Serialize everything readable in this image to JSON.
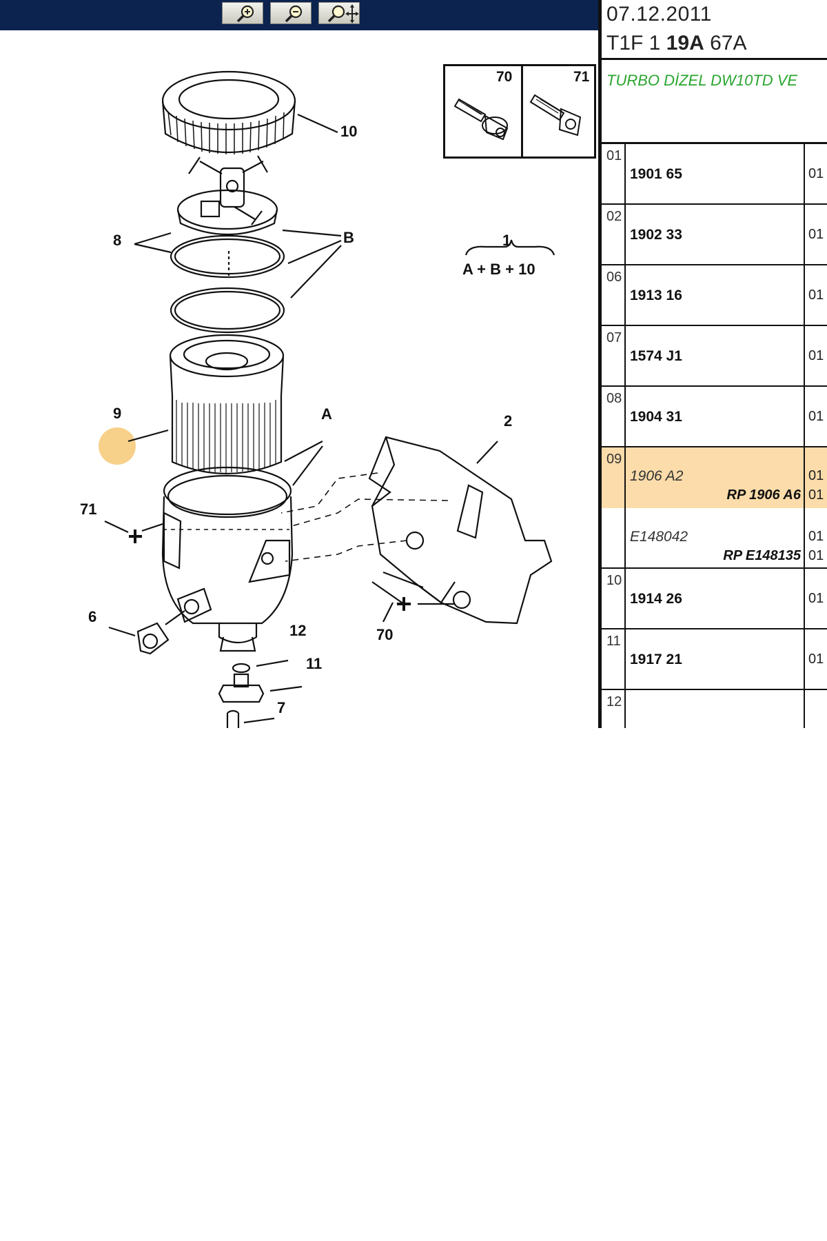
{
  "toolbar": {
    "buttons": [
      {
        "name": "zoom-in-button",
        "icon": "zoom-in-icon"
      },
      {
        "name": "zoom-out-button",
        "icon": "zoom-out-icon"
      },
      {
        "name": "zoom-pan-button",
        "icon": "pan-icon"
      }
    ]
  },
  "diagram": {
    "callouts": {
      "c10": "10",
      "c8": "8",
      "cB": "B",
      "c1": "1",
      "cABC": "A + B + 10",
      "c9": "9",
      "cA": "A",
      "c2": "2",
      "c71": "71",
      "c6": "6",
      "c12": "12",
      "c11": "11",
      "c70": "70",
      "c7": "7"
    },
    "inset": {
      "left_num": "70",
      "right_num": "71"
    },
    "highlight_color": "#f7d08a"
  },
  "header": {
    "date": "07.12.2011",
    "code_a": "T1F 1 ",
    "code_b": "19A",
    "code_c": " 67A",
    "model": "TURBO DİZEL DW10TD VE"
  },
  "colors": {
    "toolbar": "#0c2350",
    "highlight_row": "#fbdcaa",
    "model_text": "#29a52f"
  },
  "parts_table": {
    "rows": [
      {
        "index": "01",
        "part": "1901 65",
        "qty": "01"
      },
      {
        "index": "02",
        "part": "1902 33",
        "qty": "01"
      },
      {
        "index": "06",
        "part": "1913 16",
        "qty": "01"
      },
      {
        "index": "07",
        "part": "1574 J1",
        "qty": "01"
      },
      {
        "index": "08",
        "part": "1904 31",
        "qty": "01"
      },
      {
        "index": "09",
        "part": "1906 A2",
        "qty": "01",
        "replacement": "RP 1906 A6",
        "replacement_qty": "01",
        "alt_part": "E148042",
        "alt_qty": "01",
        "alt_replacement": "RP E148135",
        "alt_replacement_qty": "01",
        "highlighted": true
      },
      {
        "index": "10",
        "part": "1914 26",
        "qty": "01"
      },
      {
        "index": "11",
        "part": "1917 21",
        "qty": "01"
      },
      {
        "index": "12",
        "part": "",
        "qty": ""
      }
    ]
  }
}
